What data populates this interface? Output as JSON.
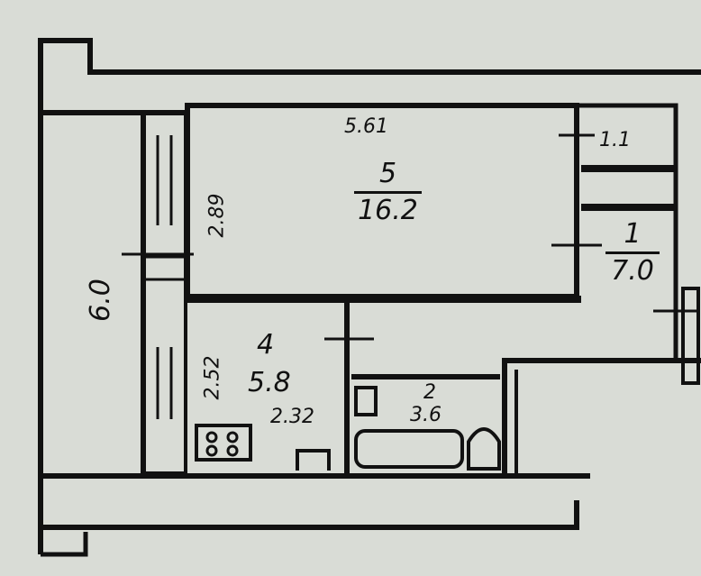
{
  "rooms": [
    {
      "number": "5",
      "area": "16.2",
      "width": "5.61",
      "depth": "2.89"
    },
    {
      "number": "1",
      "area": "7.0",
      "closet_area": "1.1"
    },
    {
      "number": "4",
      "area": "5.8",
      "width": "2.32",
      "depth": "2.52"
    },
    {
      "number": "2",
      "area": "3.6"
    }
  ],
  "loggia": {
    "length": "6.0"
  },
  "colors": {
    "paper": "#d9dcd6",
    "ink": "#111111"
  }
}
